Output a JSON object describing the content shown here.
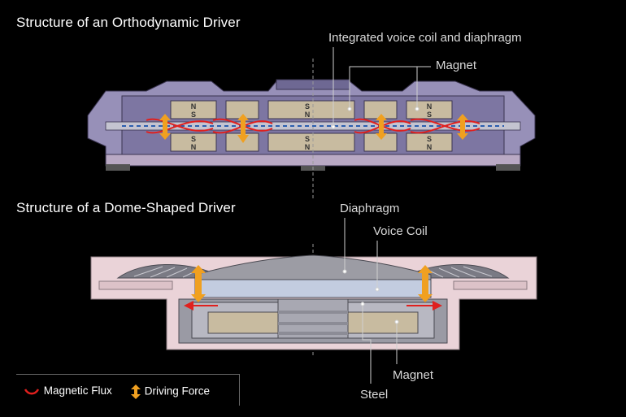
{
  "orthodynamic": {
    "title": "Structure of an Orthodynamic Driver",
    "label_coil_diaphragm": "Integrated voice coil and diaphragm",
    "label_magnet": "Magnet",
    "pole_north": "N",
    "pole_south": "S"
  },
  "dome": {
    "title": "Structure of a Dome-Shaped Driver",
    "label_diaphragm": "Diaphragm",
    "label_voice_coil": "Voice Coil",
    "label_magnet": "Magnet",
    "label_steel": "Steel"
  },
  "legend": {
    "magnetic_flux": "Magnetic Flux",
    "driving_force": "Driving Force"
  },
  "colors": {
    "housing": "#9790b8",
    "housing_dark": "#6e6893",
    "magnet": "#c8bba0",
    "flux": "#e0201e",
    "force": "#f0a020",
    "dome_frame": "#ead3d8",
    "dome_diaphragm": "#9c9ca4"
  }
}
